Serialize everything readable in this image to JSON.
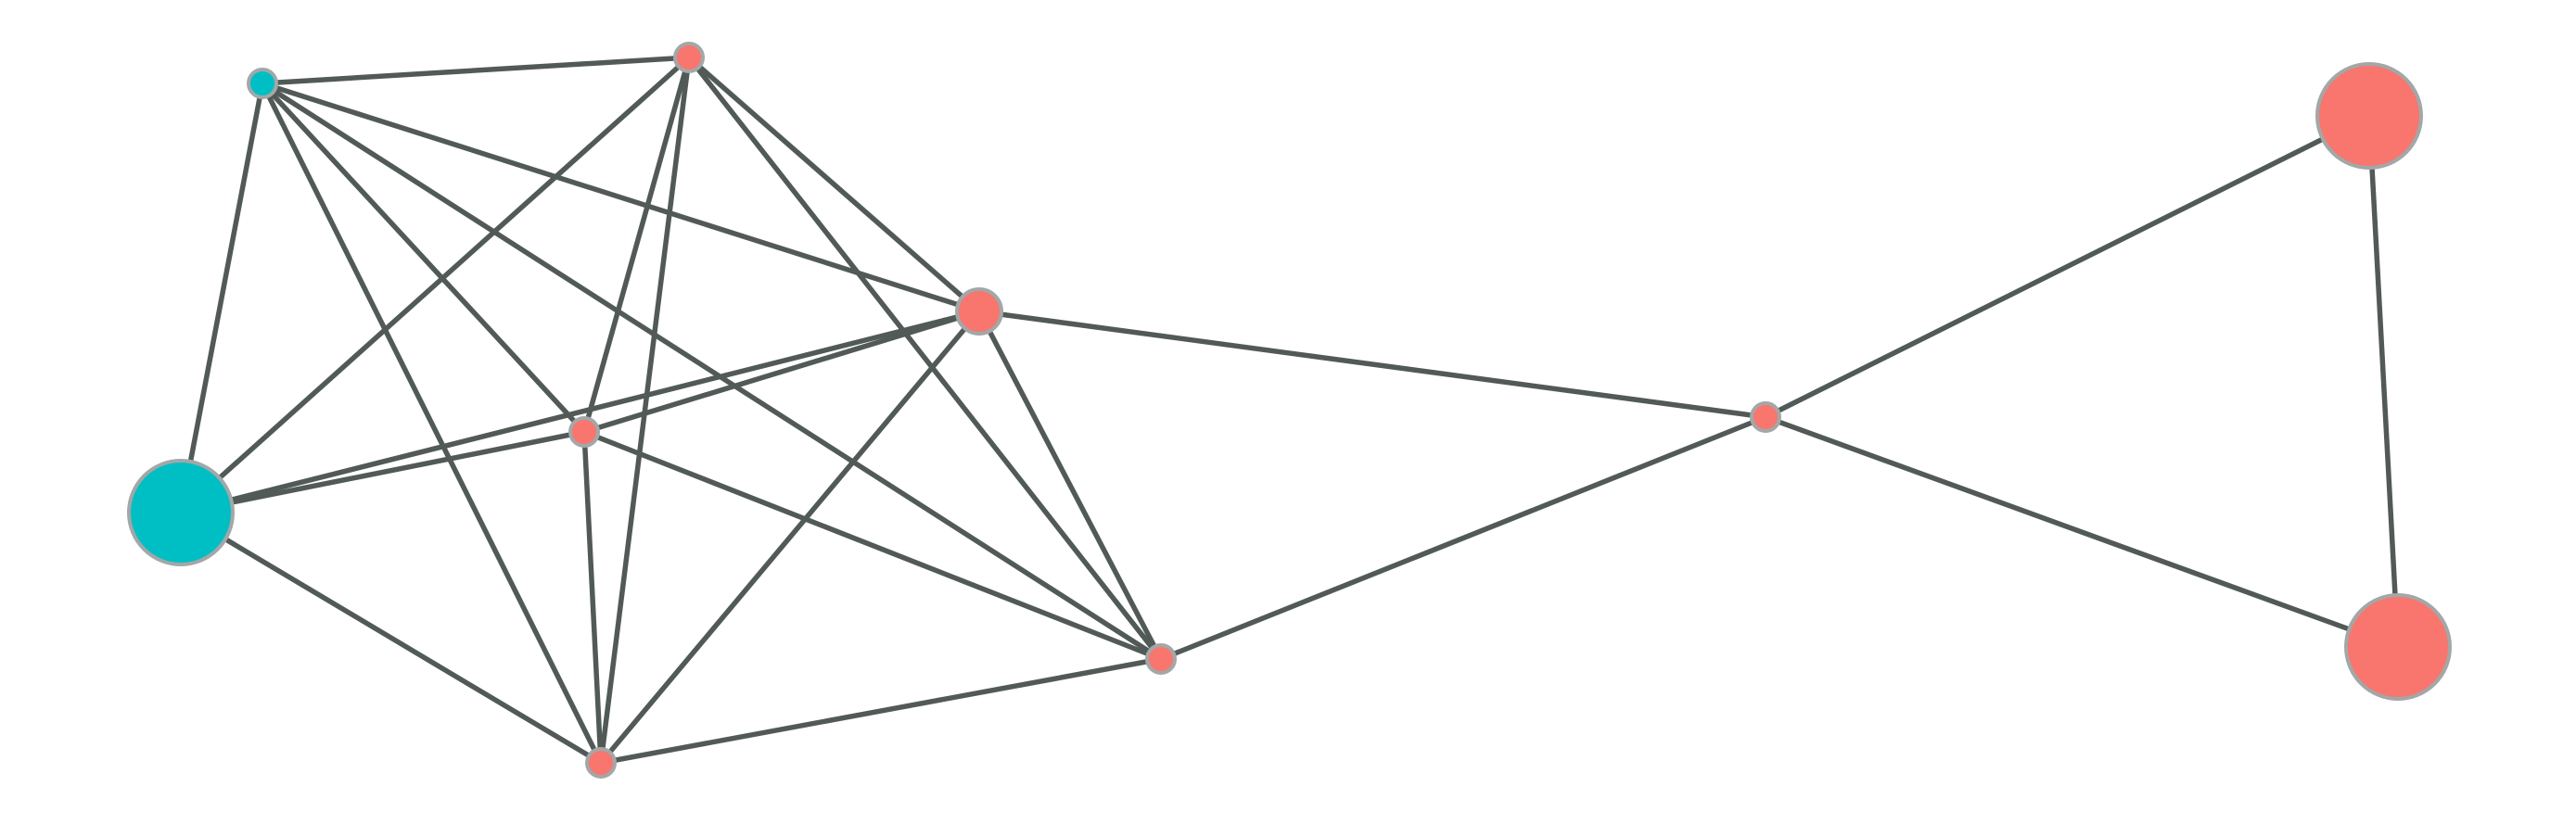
{
  "colors": {
    "background": "#ffffff",
    "edge": "#525a58",
    "node_stroke": "#a3a7a8",
    "group_a": "#00bfc4",
    "group_b": "#f8766d"
  },
  "graph": {
    "nodes": [
      {
        "id": "n1",
        "group": "group_a",
        "size": "small"
      },
      {
        "id": "n2",
        "group": "group_b",
        "size": "small"
      },
      {
        "id": "n3",
        "group": "group_b",
        "size": "medium"
      },
      {
        "id": "n4",
        "group": "group_b",
        "size": "small"
      },
      {
        "id": "n5",
        "group": "group_a",
        "size": "large"
      },
      {
        "id": "n6",
        "group": "group_b",
        "size": "small"
      },
      {
        "id": "n7",
        "group": "group_b",
        "size": "small"
      },
      {
        "id": "n8",
        "group": "group_b",
        "size": "small"
      },
      {
        "id": "n9",
        "group": "group_b",
        "size": "large"
      },
      {
        "id": "n10",
        "group": "group_b",
        "size": "large"
      }
    ],
    "edges": [
      [
        "n1",
        "n2"
      ],
      [
        "n1",
        "n3"
      ],
      [
        "n1",
        "n4"
      ],
      [
        "n1",
        "n5"
      ],
      [
        "n1",
        "n6"
      ],
      [
        "n1",
        "n7"
      ],
      [
        "n2",
        "n3"
      ],
      [
        "n2",
        "n4"
      ],
      [
        "n2",
        "n5"
      ],
      [
        "n2",
        "n6"
      ],
      [
        "n2",
        "n7"
      ],
      [
        "n3",
        "n4"
      ],
      [
        "n3",
        "n5"
      ],
      [
        "n3",
        "n6"
      ],
      [
        "n3",
        "n7"
      ],
      [
        "n3",
        "n8"
      ],
      [
        "n4",
        "n5"
      ],
      [
        "n4",
        "n6"
      ],
      [
        "n4",
        "n7"
      ],
      [
        "n5",
        "n6"
      ],
      [
        "n6",
        "n7"
      ],
      [
        "n7",
        "n8"
      ],
      [
        "n8",
        "n9"
      ],
      [
        "n8",
        "n10"
      ],
      [
        "n9",
        "n10"
      ]
    ]
  }
}
